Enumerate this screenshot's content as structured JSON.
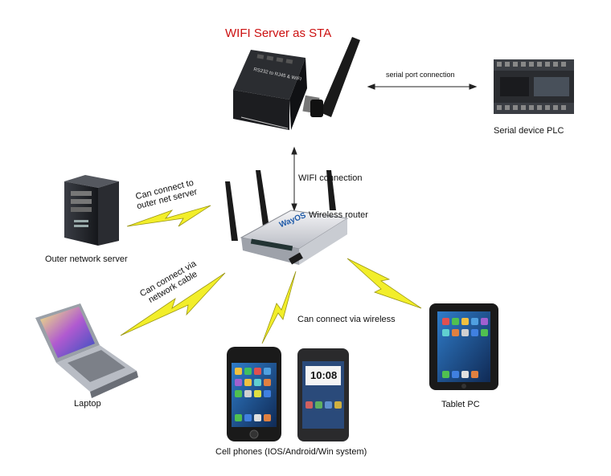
{
  "title": "WIFI Server as STA",
  "labels": {
    "serial_port_connection": "serial port connection",
    "serial_device_plc": "Serial device PLC",
    "wifi_connection": "WIFI connection",
    "wireless_router": "Wireless  router",
    "outer_server_line1": "Can connect to",
    "outer_server_line2": "outer net server",
    "outer_network_server": "Outer network server",
    "cable_line1": "Can connect via",
    "cable_line2": "network cable",
    "laptop": "Laptop",
    "via_wireless": "Can connect via wireless",
    "tablet_pc": "Tablet PC",
    "cell_phones": "Cell phones (IOS/Android/Win system)"
  },
  "device_text": {
    "server_line1": "RS232 to RJ45 & WIFI",
    "router_brand": "WayOS",
    "phone_time": "10:08"
  },
  "colors": {
    "title": "#cc1111",
    "lightning": "#f2ee2a"
  }
}
